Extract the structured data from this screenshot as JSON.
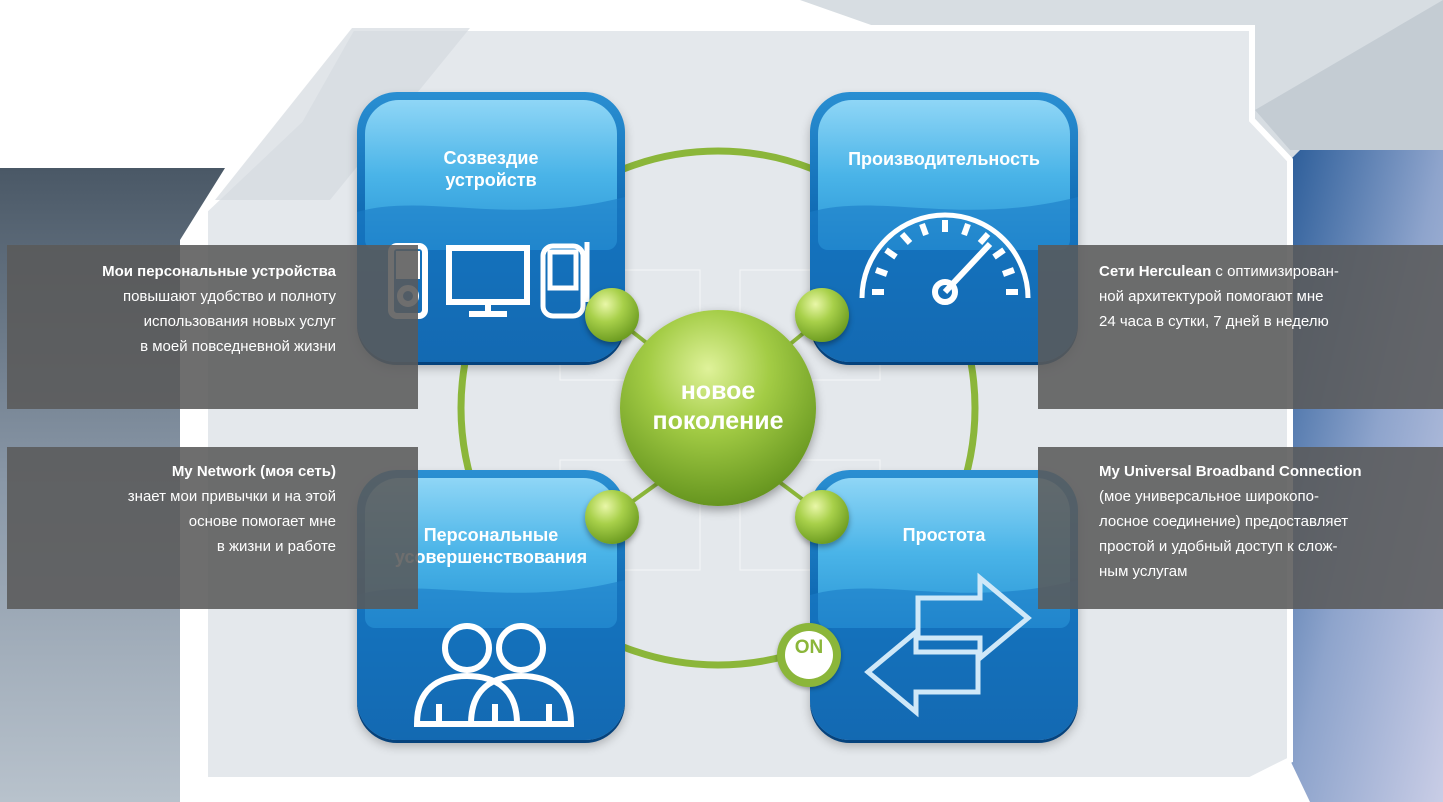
{
  "center": {
    "line1": "новое",
    "line2": "поколение"
  },
  "tiles": [
    {
      "id": "devices",
      "title_lines": [
        "Созвездие",
        "устройств"
      ],
      "icons": [
        "media-player-icon",
        "monitor-icon",
        "pda-icon"
      ]
    },
    {
      "id": "performance",
      "title_lines": [
        "Производительность"
      ],
      "icons": [
        "speedometer-icon"
      ]
    },
    {
      "id": "personal",
      "title_lines": [
        "Персональные",
        "усовершенствования"
      ],
      "icons": [
        "users-icon"
      ]
    },
    {
      "id": "simplicity",
      "title_lines": [
        "Простота"
      ],
      "icons": [
        "arrows-icon"
      ]
    }
  ],
  "on_badge": "ON",
  "panels": {
    "top_left": {
      "bold": "Мои персональные устройства",
      "lines": [
        "повышают удобство и полноту",
        "использования новых услуг",
        "в моей повседневной жизни"
      ]
    },
    "bottom_left": {
      "bold": "My Network (моя сеть)",
      "lines": [
        "знает мои привычки и на этой",
        "основе помогает мне",
        "в жизни и работе"
      ]
    },
    "top_right": {
      "bold": "Сети Herculean",
      "after_bold": " с оптимизирован-",
      "lines": [
        "ной архитектурой помогают мне",
        "24 часа в сутки, 7 дней в неделю"
      ]
    },
    "bottom_right": {
      "bold": "My Universal Broadband Connection",
      "lines": [
        "(мое универсальное широкопо-",
        "лосное соединение) предоставляет",
        "простой и удобный доступ к слож-",
        "ным услугам"
      ]
    }
  },
  "colors": {
    "tile_blue": "#0b64ae",
    "tile_light": "#4ab4e8",
    "green": "#8bb63a",
    "panel": "#5a5a5a"
  }
}
